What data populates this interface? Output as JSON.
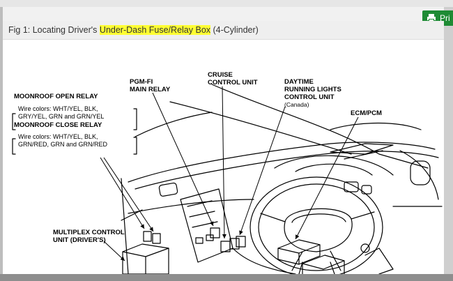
{
  "toolbar": {
    "print_label": "Pri",
    "print_icon": "printer-icon",
    "accent": "#1e8b34"
  },
  "figure": {
    "caption_prefix": "Fig 1: Locating Driver's ",
    "caption_highlight": "Under-Dash Fuse/Relay Box",
    "caption_suffix": " (4-Cylinder)",
    "highlight_color": "#ffff33"
  },
  "labels": {
    "moonroof_open_title": "MOONROOF OPEN RELAY",
    "moonroof_open_line1": "Wire colors: WHT/YEL, BLK,",
    "moonroof_open_line2": "GRY/YEL, GRN and GRN/YEL",
    "moonroof_close_title": "MOONROOF CLOSE RELAY",
    "moonroof_close_line1": "Wire colors: WHT/YEL, BLK,",
    "moonroof_close_line2": "GRN/RED, GRN and GRN/RED",
    "pgm_line1": "PGM-FI",
    "pgm_line2": "MAIN RELAY",
    "cruise_line1": "CRUISE",
    "cruise_line2": "CONTROL UNIT",
    "daytime_line1": "DAYTIME",
    "daytime_line2": "RUNNING LIGHTS",
    "daytime_line3": "CONTROL UNIT",
    "daytime_line4": "(Canada)",
    "ecm": "ECM/PCM",
    "multiplex_line1": "MULTIPLEX CONTROL",
    "multiplex_line2": "UNIT (DRIVER'S)"
  }
}
